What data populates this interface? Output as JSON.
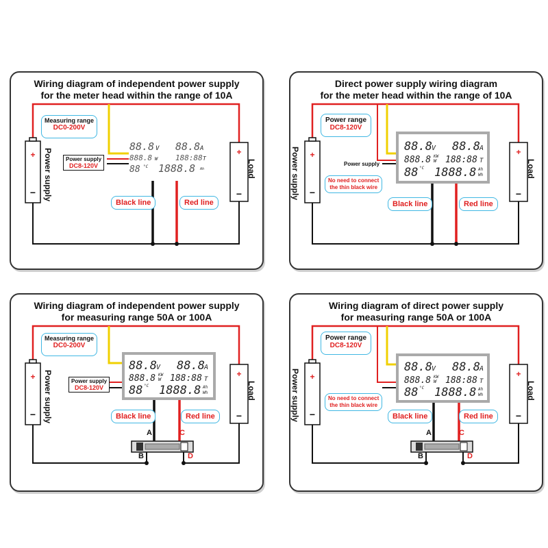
{
  "colors": {
    "red": "#e02020",
    "yellow": "#f0d000",
    "black": "#111111",
    "bubble_border": "#3fb7e3"
  },
  "panels": [
    {
      "title_line1": "Wiring diagram of independent power supply",
      "title_line2": "for the meter head within the range of 10A",
      "bubble_line1": "Measuring range",
      "bubble_line2": "DC0-200V",
      "ps_line1": "Power supply",
      "ps_line2": "DC8-120V",
      "power_supply_label": "Power supply",
      "load_label": "Load",
      "black_line": "Black line",
      "red_line": "Red line"
    },
    {
      "title_line1": "Direct power supply wiring diagram",
      "title_line2": "for the meter head within the range of 10A",
      "bubble_line1": "Power range",
      "bubble_line2": "DC8-120V",
      "ps_small": "Power supply",
      "note_line1": "No need to connect",
      "note_line2": "the thin black wire",
      "power_supply_label": "Power supply",
      "load_label": "Load",
      "black_line": "Black line",
      "red_line": "Red line"
    },
    {
      "title_line1": "Wiring diagram of independent power supply",
      "title_line2": "for measuring range 50A or 100A",
      "bubble_line1": "Measuring range",
      "bubble_line2": "DC0-200V",
      "ps_line1": "Power supply",
      "ps_line2": "DC8-120V",
      "power_supply_label": "Power supply",
      "load_label": "Load",
      "black_line": "Black line",
      "red_line": "Red line",
      "terminals": [
        "A",
        "B",
        "C",
        "D"
      ]
    },
    {
      "title_line1": "Wiring diagram of direct power supply",
      "title_line2": "for measuring range 50A or 100A",
      "bubble_line1": "Power range",
      "bubble_line2": "DC8-120V",
      "note_line1": "No need to connect",
      "note_line2": "the thin black wire",
      "power_supply_label": "Power supply",
      "load_label": "Load",
      "black_line": "Black line",
      "red_line": "Red line",
      "terminals": [
        "A",
        "B",
        "C",
        "D"
      ]
    }
  ],
  "display": {
    "volt": "88.8",
    "volt_unit": "V",
    "amp": "88.8",
    "amp_unit": "A",
    "power": "888.8",
    "power_unit_top": "KW",
    "power_unit_bottom": "W",
    "time": "188:88",
    "time_unit": "T",
    "temp": "88",
    "temp_unit": "°C",
    "energy": "1888.8",
    "energy_unit_top": "Ah",
    "energy_unit_bottom": "Wh"
  },
  "battery_plus": "+",
  "battery_minus": "−",
  "load_plus": "+",
  "load_minus": "−"
}
